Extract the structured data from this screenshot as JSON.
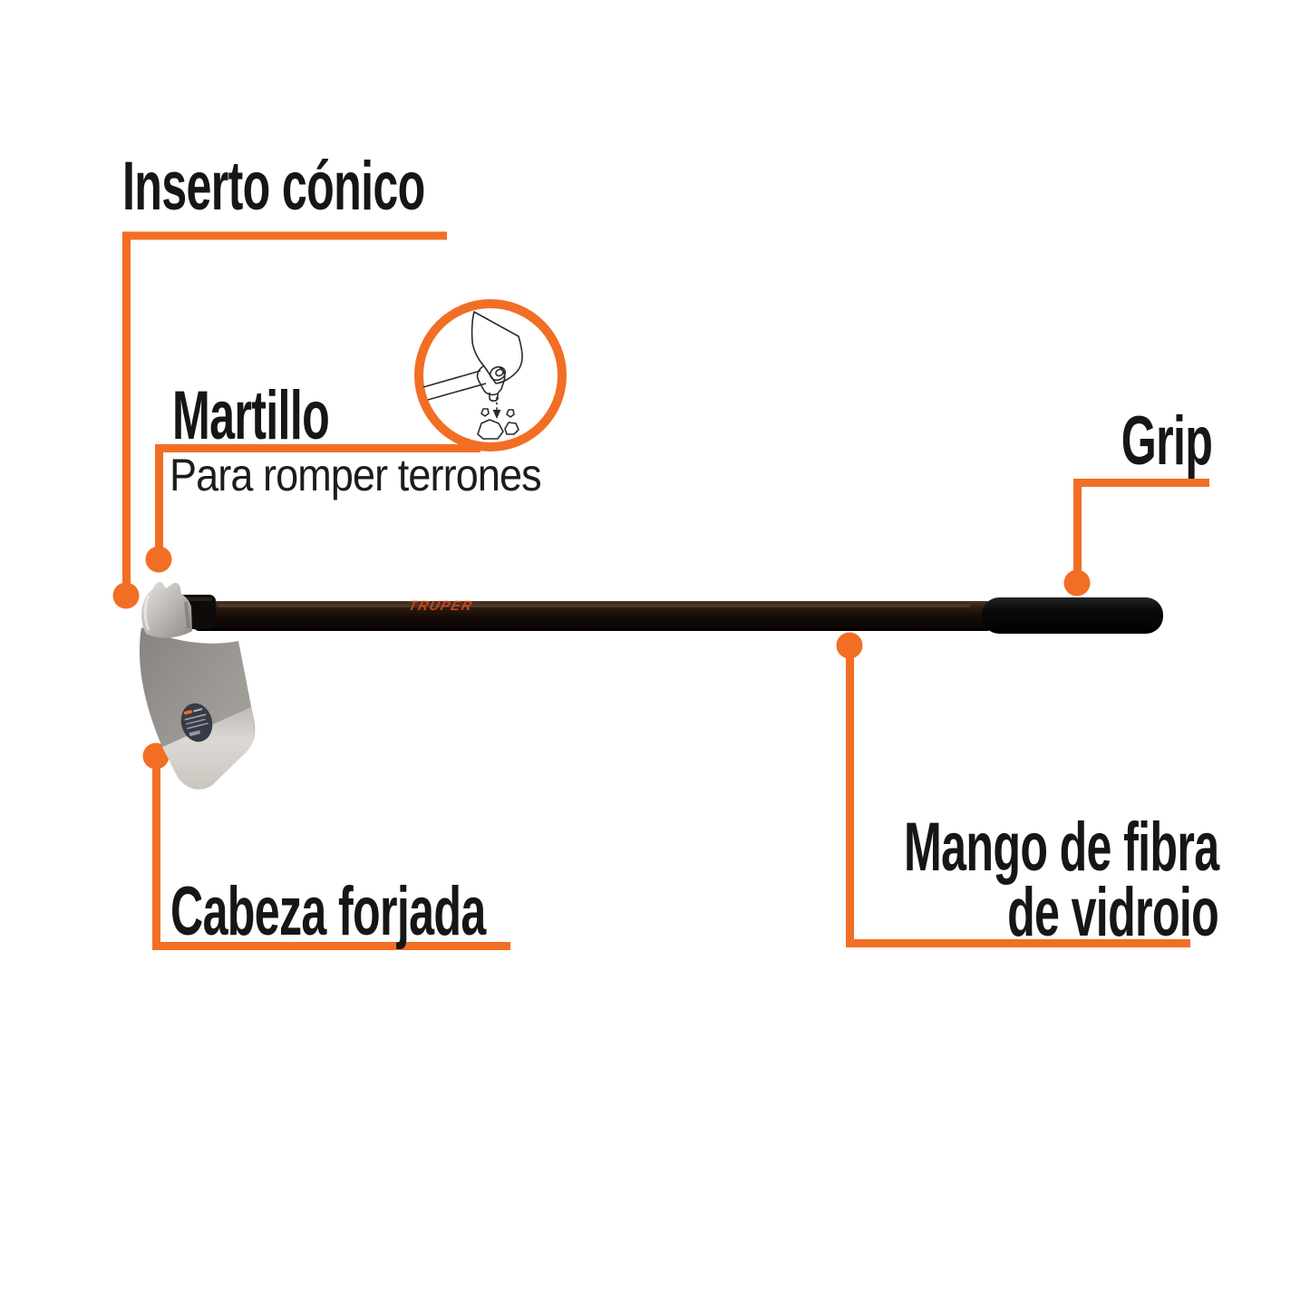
{
  "accent": "#F26E24",
  "brand": "TRUPER",
  "callouts": {
    "inserto_conico": {
      "label": "Inserto cónico"
    },
    "martillo": {
      "label": "Martillo",
      "description": "Para romper terrones"
    },
    "grip": {
      "label": "Grip"
    },
    "mango": {
      "label_line1": "Mango de fibra",
      "label_line2": "de vidroio"
    },
    "cabeza_forjada": {
      "label": "Cabeza forjada"
    }
  },
  "icons": {
    "inset": "hammer-breaking-clods"
  },
  "colors": {
    "label_text": "#161616",
    "shaft": "#160d07",
    "grip": "#0b0b0b",
    "metal": "#b9b6b1",
    "blade_edge": "#d5d2cc",
    "brand_text": "#C8441A"
  }
}
